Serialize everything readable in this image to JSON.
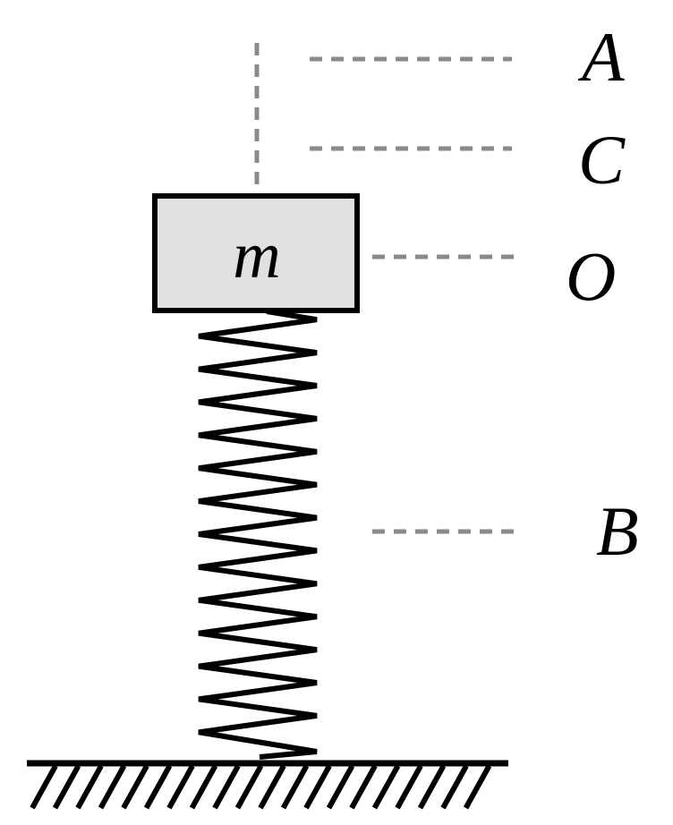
{
  "labels": {
    "mass": "m",
    "A": "A",
    "C": "C",
    "O": "O",
    "B": "B"
  },
  "colors": {
    "block_fill": "#e0e0e0",
    "outline": "#000000",
    "dashed_line": "#8a8a8a",
    "background": "#ffffff"
  }
}
